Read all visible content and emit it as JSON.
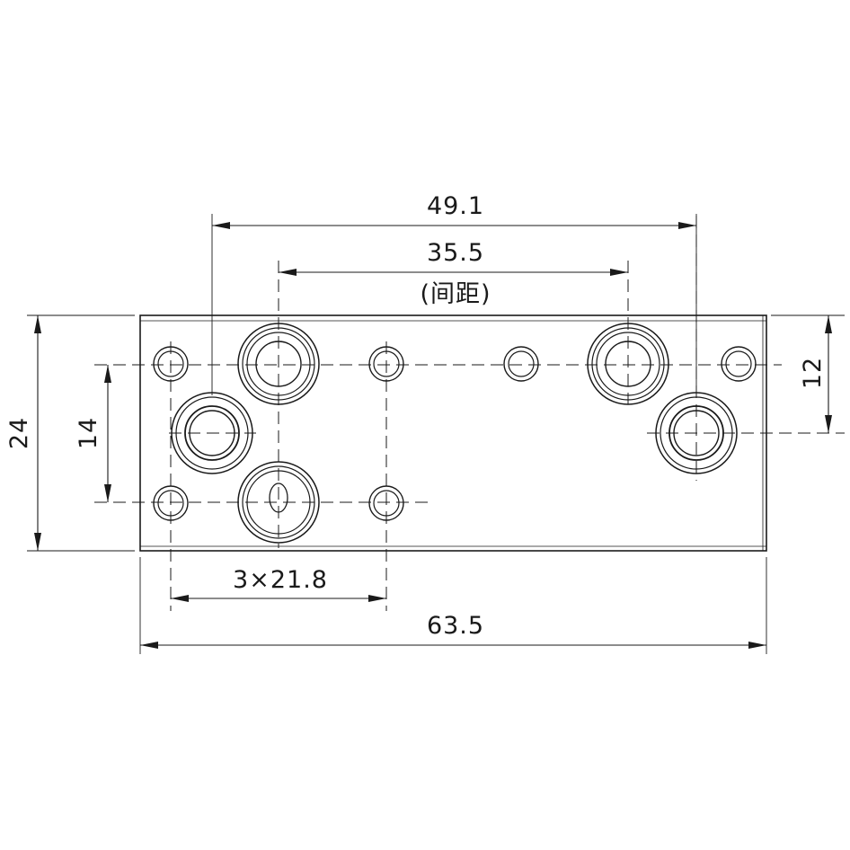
{
  "dimensions": {
    "top_outer": "49.1",
    "top_inner": "35.5",
    "top_inner_note": "(间距)",
    "right_height": "12",
    "left_outer": "24",
    "left_inner": "14",
    "bottom_inner": "3×21.8",
    "bottom_outer": "63.5"
  },
  "colors": {
    "line": "#1a1a1a",
    "background": "#ffffff"
  }
}
